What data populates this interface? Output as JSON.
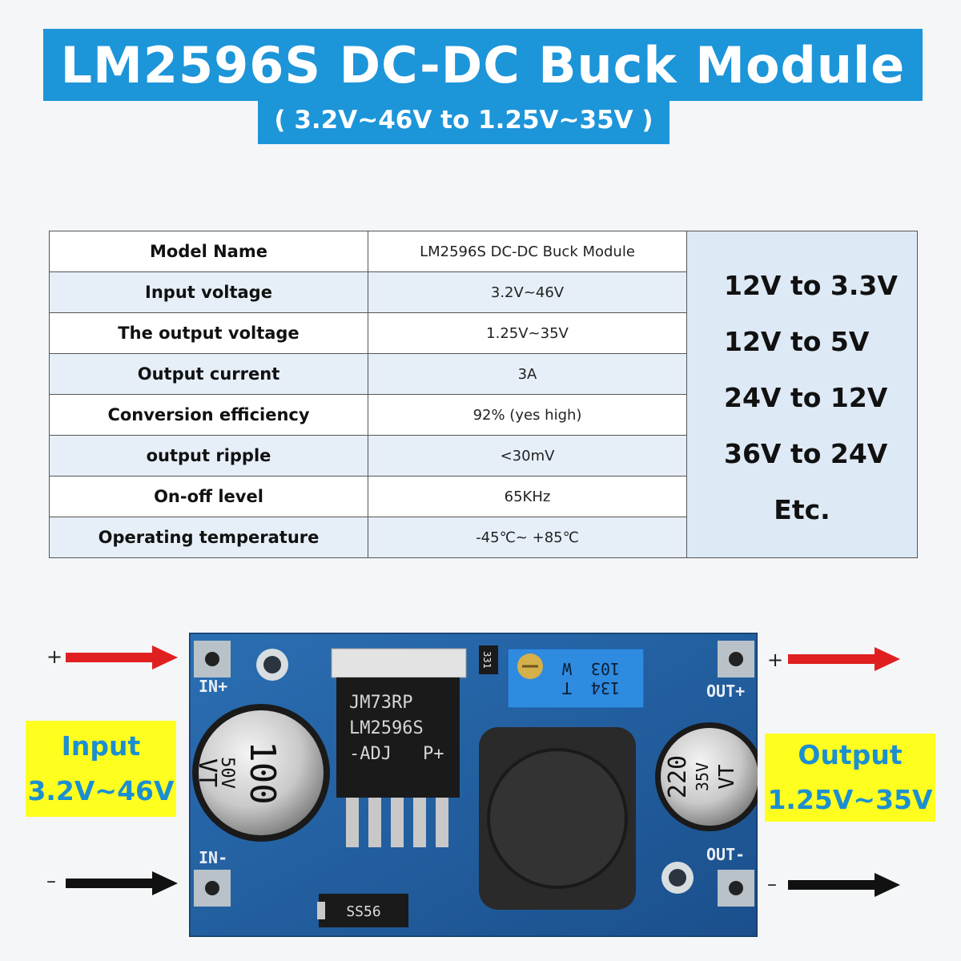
{
  "header": {
    "title": "LM2596S DC-DC Buck Module",
    "subtitle": "( 3.2V~46V to 1.25V~35V )"
  },
  "specs": {
    "rows": [
      {
        "label": "Model Name",
        "value": "LM2596S DC-DC Buck Module"
      },
      {
        "label": "Input voltage",
        "value": "3.2V~46V"
      },
      {
        "label": "The output voltage",
        "value": "1.25V~35V"
      },
      {
        "label": "Output current",
        "value": "3A"
      },
      {
        "label": "Conversion efficiency",
        "value": "92% (yes high)"
      },
      {
        "label": "output ripple",
        "value": "<30mV"
      },
      {
        "label": "On-off level",
        "value": "65KHz"
      },
      {
        "label": "Operating temperature",
        "value": "-45℃~ +85℃"
      }
    ],
    "examples": [
      "12V to 3.3V",
      "12V to 5V",
      "24V to 12V",
      "36V to 24V",
      "Etc."
    ]
  },
  "board": {
    "pad_in_plus": "IN+",
    "pad_in_minus": "IN-",
    "pad_out_plus": "OUT+",
    "pad_out_minus": "OUT-",
    "ic_line1": "JM73RP",
    "ic_line2": "LM2596S",
    "ic_line3": "-ADJ",
    "ic_line4": "P+",
    "cap_in_value": "100",
    "cap_in_voltage": "50V",
    "cap_in_brand": "VT",
    "cap_out_value": "220",
    "cap_out_voltage": "35V",
    "cap_out_brand": "VT",
    "pot_line1": "103",
    "pot_line2": "W",
    "pot_line3": "134",
    "pot_line4": "T",
    "resistor": "331",
    "diode": "SS56"
  },
  "labels": {
    "input_title": "Input",
    "input_range": "3.2V~46V",
    "output_title": "Output",
    "output_range": "1.25V~35V",
    "plus": "+",
    "minus": "–"
  },
  "colors": {
    "banner": "#1d95d9",
    "label_bg": "#ffff1f",
    "label_text": "#1c8fd0",
    "pcb": "#1e5a9c",
    "arrow_positive": "#e02020",
    "arrow_negative": "#111111"
  }
}
